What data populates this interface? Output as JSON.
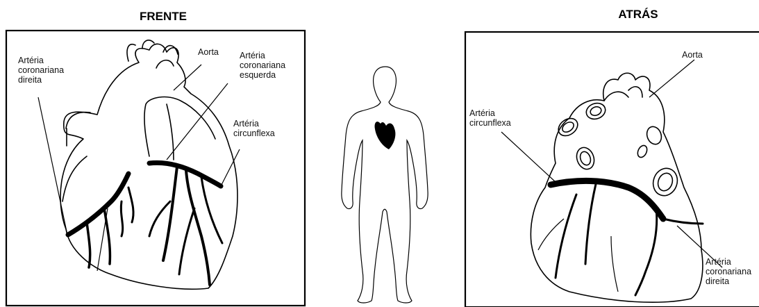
{
  "front": {
    "title": "FRENTE",
    "labels": {
      "right_coronary": [
        "Artéria",
        "coronariana",
        "direita"
      ],
      "aorta": "Aorta",
      "left_coronary": [
        "Artéria",
        "coronariana",
        "esquerda"
      ],
      "circumflex": [
        "Artéria",
        "circunflexa"
      ]
    }
  },
  "back": {
    "title": "ATRÁS",
    "labels": {
      "aorta": "Aorta",
      "circumflex": [
        "Artéria",
        "circunflexa"
      ],
      "right_coronary": [
        "Artéria",
        "coronariana",
        "direita"
      ]
    }
  }
}
